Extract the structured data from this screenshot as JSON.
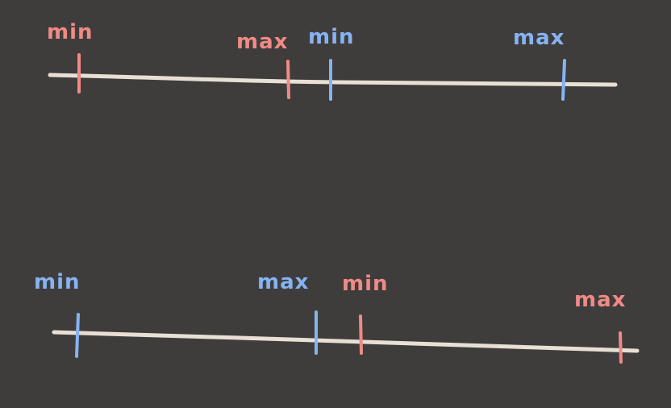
{
  "colors": {
    "background": "#3f3d3c",
    "line": "#e8e0d4",
    "red": "#f08a86",
    "blue": "#86b3f2"
  },
  "diagrams": [
    {
      "ticks": [
        {
          "label": "min",
          "color": "red"
        },
        {
          "label": "max",
          "color": "red"
        },
        {
          "label": "min",
          "color": "blue"
        },
        {
          "label": "max",
          "color": "blue"
        }
      ]
    },
    {
      "ticks": [
        {
          "label": "min",
          "color": "blue"
        },
        {
          "label": "max",
          "color": "blue"
        },
        {
          "label": "min",
          "color": "red"
        },
        {
          "label": "max",
          "color": "red"
        }
      ]
    }
  ]
}
